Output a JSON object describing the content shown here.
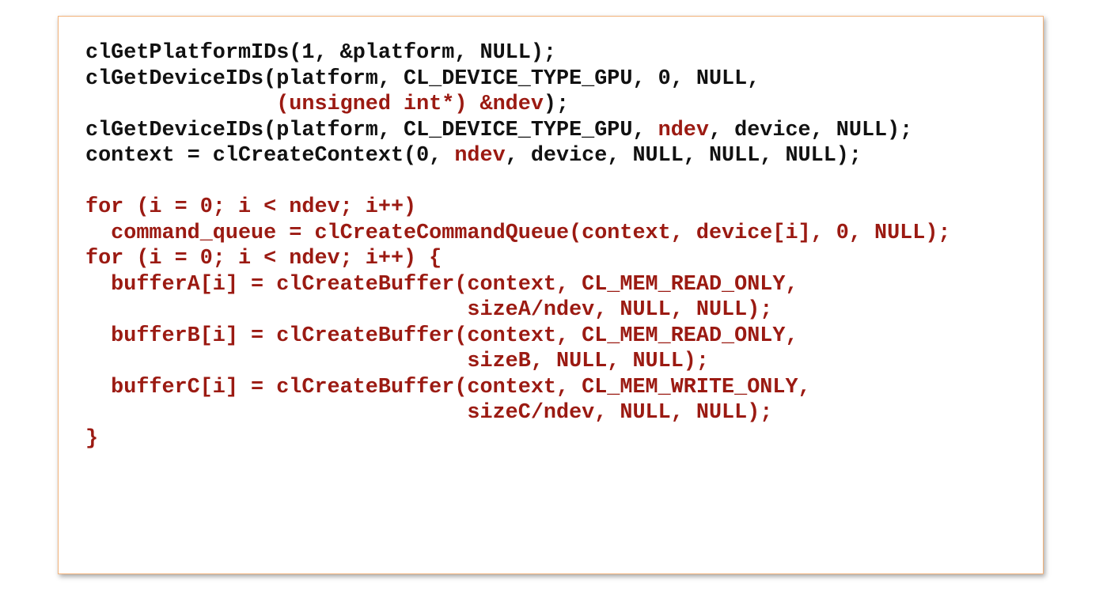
{
  "colors": {
    "default_text": "#111111",
    "highlight_text": "#9b1a12",
    "border": "#f2b27a"
  },
  "code_lines": [
    {
      "segments": [
        {
          "text": "clGetPlatformIDs(1, &platform, NULL);",
          "color": "black"
        }
      ]
    },
    {
      "segments": [
        {
          "text": "clGetDeviceIDs(platform, CL_DEVICE_TYPE_GPU, 0, NULL,",
          "color": "black"
        }
      ]
    },
    {
      "segments": [
        {
          "text": "               ",
          "color": "black"
        },
        {
          "text": "(unsigned int*) &ndev",
          "color": "red"
        },
        {
          "text": ");",
          "color": "black"
        }
      ]
    },
    {
      "segments": [
        {
          "text": "clGetDeviceIDs(platform, CL_DEVICE_TYPE_GPU, ",
          "color": "black"
        },
        {
          "text": "ndev",
          "color": "red"
        },
        {
          "text": ", device, NULL);",
          "color": "black"
        }
      ]
    },
    {
      "segments": [
        {
          "text": "context = clCreateContext(0, ",
          "color": "black"
        },
        {
          "text": "ndev",
          "color": "red"
        },
        {
          "text": ", device, NULL, NULL, NULL);",
          "color": "black"
        }
      ]
    },
    {
      "segments": [
        {
          "text": "",
          "color": "black"
        }
      ]
    },
    {
      "segments": [
        {
          "text": "for (i = 0; i < ndev; i++)",
          "color": "red"
        }
      ]
    },
    {
      "segments": [
        {
          "text": "  command_queue = clCreateCommandQueue(context, device[i], 0, NULL);",
          "color": "red"
        }
      ]
    },
    {
      "segments": [
        {
          "text": "for (i = 0; i < ndev; i++) {",
          "color": "red"
        }
      ]
    },
    {
      "segments": [
        {
          "text": "  bufferA[i] = clCreateBuffer(context, CL_MEM_READ_ONLY,",
          "color": "red"
        }
      ]
    },
    {
      "segments": [
        {
          "text": "                              sizeA/ndev, NULL, NULL);",
          "color": "red"
        }
      ]
    },
    {
      "segments": [
        {
          "text": "  bufferB[i] = clCreateBuffer(context, CL_MEM_READ_ONLY,",
          "color": "red"
        }
      ]
    },
    {
      "segments": [
        {
          "text": "                              sizeB, NULL, NULL);",
          "color": "red"
        }
      ]
    },
    {
      "segments": [
        {
          "text": "  bufferC[i] = clCreateBuffer(context, CL_MEM_WRITE_ONLY,",
          "color": "red"
        }
      ]
    },
    {
      "segments": [
        {
          "text": "                              sizeC/ndev, NULL, NULL);",
          "color": "red"
        }
      ]
    },
    {
      "segments": [
        {
          "text": "}",
          "color": "red"
        }
      ]
    }
  ]
}
